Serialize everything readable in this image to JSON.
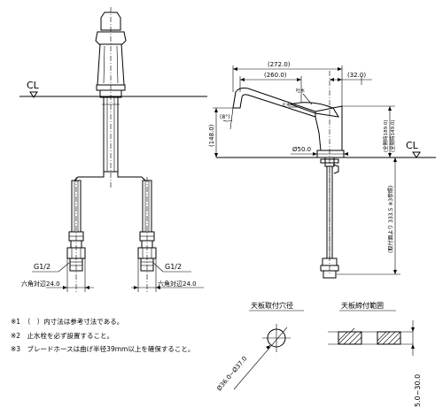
{
  "left_view": {
    "cl_label": "CL",
    "thread_left": "G1/2",
    "thread_right": "G1/2",
    "hex_left": "六角対辺24.0",
    "hex_right": "六角対辺24.0"
  },
  "side_view": {
    "dim_272": "(272.0)",
    "dim_260": "(260.0)",
    "dim_32": "(32.0)",
    "dim_148": "(148.0)",
    "dim_50": "Ø50.0",
    "dim_189": "(全開時189.0)",
    "dim_149": "(全閉時149.0)",
    "dim_333": "(取付面より 333.5 ※3参照)",
    "angle": "(8°)",
    "label_water": "吐水",
    "label_stop": "止水",
    "cl_label": "CL"
  },
  "notes": {
    "note1": "※1　（　）内寸法は参考寸法である。",
    "note2": "※2　止水栓を必ず設置すること。",
    "note3": "※3　ブレードホースは曲げ半径39mm以上を確保すること。"
  },
  "hole": {
    "title": "天板取付穴径",
    "dim": "Ø36.0~Ø37.0"
  },
  "thickness": {
    "title": "天板締付範囲",
    "dim": "5.0~30.0"
  }
}
